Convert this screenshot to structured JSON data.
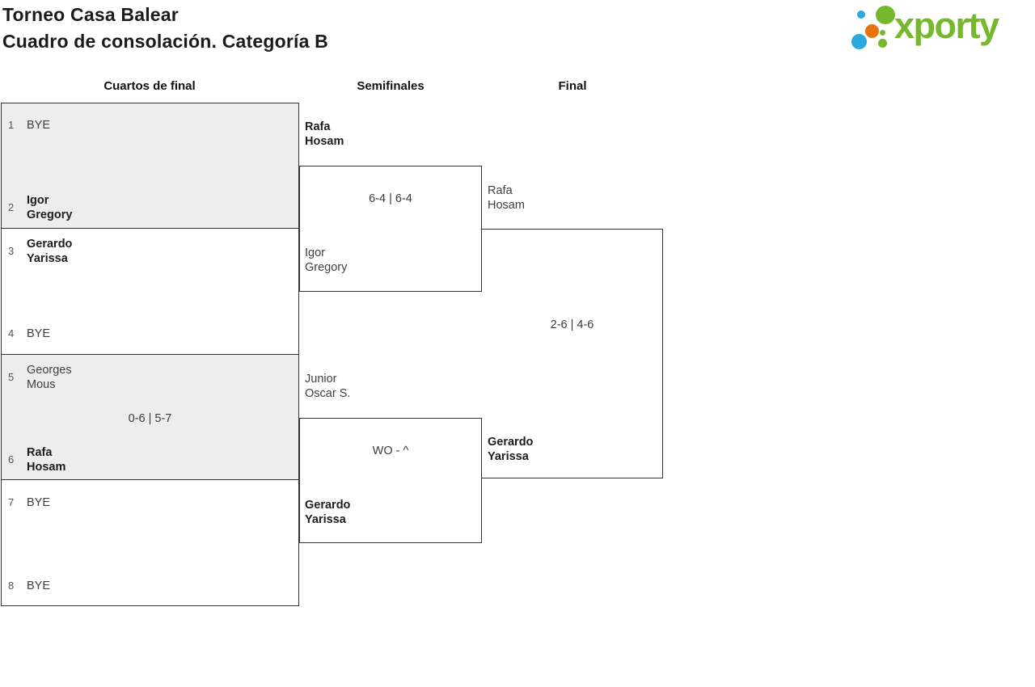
{
  "header": {
    "title_line1": "Torneo Casa Balear",
    "title_line2": "Cuadro de consolación. Categoría B",
    "logo_text": "xporty"
  },
  "columns": {
    "quarterfinals_label": "Cuartos de final",
    "semifinals_label": "Semifinales",
    "final_label": "Final"
  },
  "bracket": {
    "quarterfinals": [
      {
        "top": {
          "seed": "1",
          "name1": "BYE"
        },
        "bottom": {
          "seed": "2",
          "name1": "Igor",
          "name2": "Gregory"
        },
        "score": ""
      },
      {
        "top": {
          "seed": "3",
          "name1": "Gerardo",
          "name2": "Yarissa"
        },
        "bottom": {
          "seed": "4",
          "name1": "BYE"
        },
        "score": ""
      },
      {
        "top": {
          "seed": "5",
          "name1": "Georges",
          "name2": "Mous"
        },
        "bottom": {
          "seed": "6",
          "name1": "Rafa",
          "name2": "Hosam"
        },
        "score": "0-6 | 5-7"
      },
      {
        "top": {
          "seed": "7",
          "name1": "BYE"
        },
        "bottom": {
          "seed": "8",
          "name1": "BYE"
        },
        "score": ""
      }
    ],
    "semifinals": [
      {
        "top": {
          "name1": "Rafa",
          "name2": "Hosam"
        },
        "bottom": {
          "name1": "Igor",
          "name2": "Gregory"
        },
        "score": "6-4 | 6-4"
      },
      {
        "top": {
          "name1": "Junior",
          "name2": "Oscar S."
        },
        "bottom": {
          "name1": "Gerardo",
          "name2": "Yarissa"
        },
        "score": "WO - ^"
      }
    ],
    "final": {
      "top": {
        "name1": "Rafa",
        "name2": "Hosam"
      },
      "bottom": {
        "name1": "Gerardo",
        "name2": "Yarissa"
      },
      "score": "2-6 | 4-6"
    }
  },
  "colors": {
    "logo_green": "#76b82d",
    "logo_blue": "#29a9e0",
    "logo_orange": "#e8720c",
    "box_border": "#333333",
    "box_fill_alt": "#ededed",
    "winner_text": "#1d1d1d",
    "normal_text": "#3f3f3f"
  }
}
